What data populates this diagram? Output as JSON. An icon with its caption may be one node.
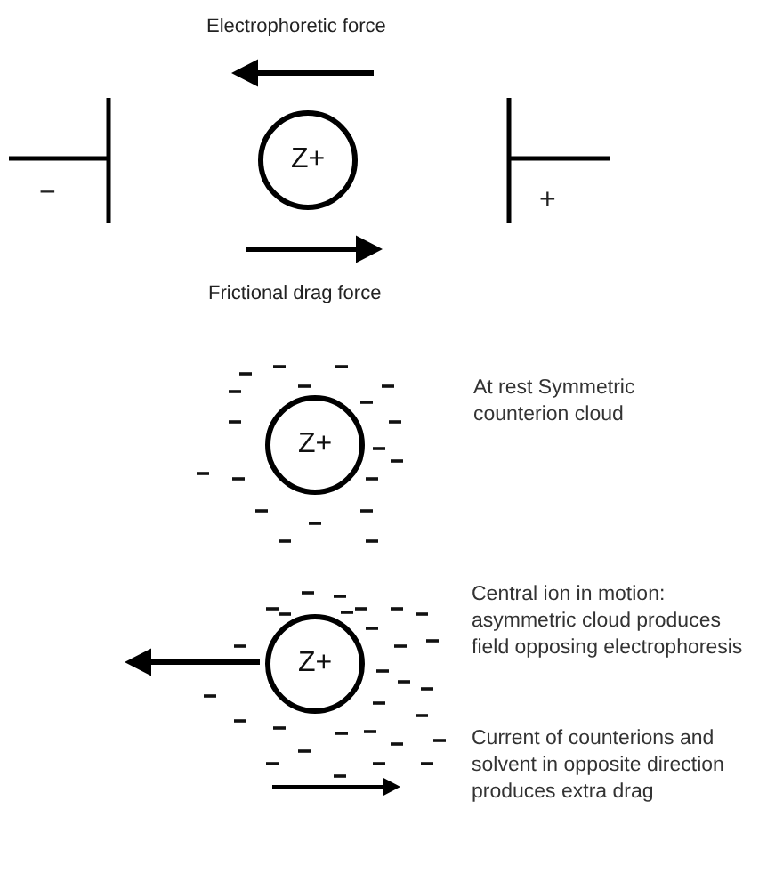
{
  "diagram": {
    "nodes": [
      {
        "text": [
          "Z+"
        ]
      },
      {
        "text": [
          "Z+"
        ]
      },
      {
        "text": [
          "Z+"
        ]
      }
    ],
    "labels": [
      "Electrophoretic force",
      "−",
      "+",
      "Frictional drag force",
      "At rest Symmetric counterion cloud",
      "Central ion in motion: asymmetric cloud produces field opposing electrophoresis",
      "Current of counterions and solvent in opposite direction produces extra drag"
    ]
  }
}
